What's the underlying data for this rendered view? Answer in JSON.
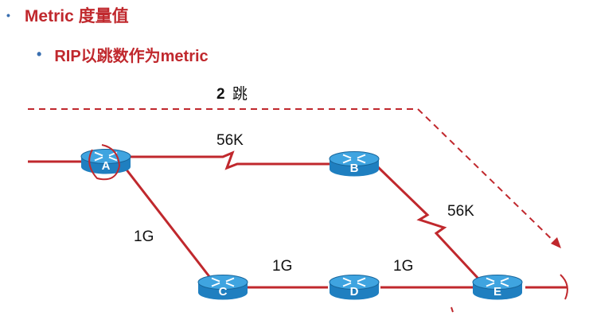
{
  "bullets": {
    "level1": "Metric 度量值",
    "level2": "RIP以跳数作为metric"
  },
  "hop_label": {
    "number": "2",
    "unit": "跳"
  },
  "routers": [
    {
      "id": "A",
      "label": "A"
    },
    {
      "id": "B",
      "label": "B"
    },
    {
      "id": "C",
      "label": "C"
    },
    {
      "id": "D",
      "label": "D"
    },
    {
      "id": "E",
      "label": "E"
    }
  ],
  "links": [
    {
      "from": "A",
      "to": "B",
      "bandwidth": "56K"
    },
    {
      "from": "B",
      "to": "E",
      "bandwidth": "56K"
    },
    {
      "from": "A",
      "to": "C",
      "bandwidth": "1G"
    },
    {
      "from": "C",
      "to": "D",
      "bandwidth": "1G"
    },
    {
      "from": "D",
      "to": "E",
      "bandwidth": "1G"
    }
  ],
  "colors": {
    "link": "#c0282d",
    "heading": "#c0282d",
    "bullet": "#3a6fb0",
    "router_body": "#1f7fc0",
    "router_top": "#3fa4e0"
  }
}
